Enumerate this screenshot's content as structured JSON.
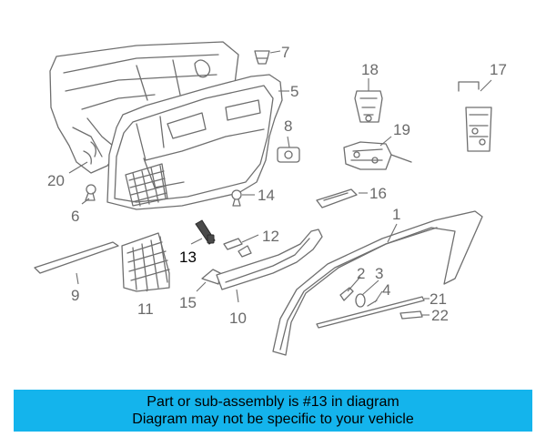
{
  "callouts": {
    "c1": "1",
    "c2": "2",
    "c3": "3",
    "c4": "4",
    "c5": "5",
    "c6": "6",
    "c7": "7",
    "c8": "8",
    "c9": "9",
    "c10": "10",
    "c11": "11",
    "c12": "12",
    "c13": "13",
    "c14": "14",
    "c15": "15",
    "c16": "16",
    "c17": "17",
    "c18": "18",
    "c19": "19",
    "c20": "20",
    "c21": "21",
    "c22": "22"
  },
  "highlighted_part": "13",
  "banner": {
    "line1": "Part or sub-assembly is #13 in diagram",
    "line2": "Diagram may not be specific to your vehicle"
  },
  "colors": {
    "banner_bg": "#14b4ec",
    "line": "#6f6f6f",
    "highlight_text": "#000000"
  }
}
